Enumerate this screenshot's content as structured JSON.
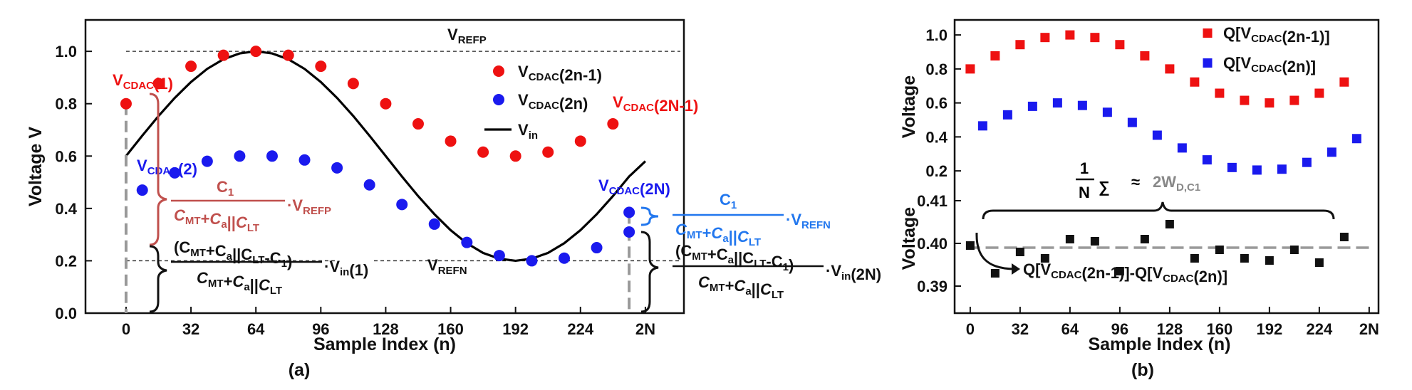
{
  "chart_data": [
    {
      "panel": "(a)",
      "type": "scatter",
      "xlabel": "Sample Index (n)",
      "ylabel": "Voltage V",
      "xlim": [
        -20,
        275
      ],
      "ylim": [
        0,
        1.12
      ],
      "xticks": [
        0,
        32,
        64,
        96,
        128,
        160,
        192,
        224,
        256
      ],
      "xtick_labels": [
        "0",
        "32",
        "64",
        "96",
        "128",
        "160",
        "192",
        "224",
        "2N"
      ],
      "yticks": [
        0,
        0.2,
        0.4,
        0.6,
        0.8,
        1.0
      ],
      "ytick_labels": [
        "0.0",
        "0.2",
        "0.4",
        "0.6",
        "0.8",
        "1.0"
      ],
      "ref_lines": [
        {
          "y": 1.0,
          "main": "V",
          "sub": "REFP"
        },
        {
          "y": 0.2,
          "main": "V",
          "sub": "REFN"
        }
      ],
      "series": [
        {
          "legend_main": "V",
          "legend_sub": "CDAC",
          "legend_tail": "(2n-1)",
          "color": "#ee1111",
          "marker": "circle",
          "x": [
            0,
            16,
            32,
            48,
            64,
            80,
            96,
            112,
            128,
            144,
            160,
            176,
            192,
            208,
            224,
            240
          ],
          "y": [
            0.8,
            0.877,
            0.943,
            0.985,
            1.0,
            0.985,
            0.943,
            0.877,
            0.8,
            0.723,
            0.657,
            0.615,
            0.6,
            0.615,
            0.657,
            0.723
          ]
        },
        {
          "legend_main": "V",
          "legend_sub": "CDAC",
          "legend_tail": "(2n)",
          "color": "#1a1aee",
          "marker": "circle",
          "x": [
            8,
            24,
            40,
            56,
            72,
            88,
            104,
            120,
            136,
            152,
            168,
            184,
            200,
            216,
            232,
            248
          ],
          "y": [
            0.47,
            0.536,
            0.58,
            0.6,
            0.6,
            0.585,
            0.555,
            0.49,
            0.415,
            0.34,
            0.27,
            0.22,
            0.2,
            0.21,
            0.25,
            0.31
          ]
        },
        {
          "legend_main": "V",
          "legend_sub": "in",
          "legend_tail": "",
          "color": "#000000",
          "type": "line",
          "x": [
            0,
            8,
            16,
            24,
            32,
            40,
            48,
            56,
            64,
            72,
            80,
            88,
            96,
            104,
            112,
            120,
            128,
            136,
            144,
            152,
            160,
            168,
            176,
            184,
            192,
            200,
            208,
            216,
            224,
            232,
            240,
            248,
            256
          ],
          "y": [
            0.6,
            0.678,
            0.753,
            0.822,
            0.883,
            0.933,
            0.97,
            0.992,
            1.0,
            0.992,
            0.97,
            0.933,
            0.883,
            0.822,
            0.753,
            0.678,
            0.6,
            0.522,
            0.447,
            0.378,
            0.317,
            0.267,
            0.23,
            0.208,
            0.2,
            0.208,
            0.23,
            0.267,
            0.317,
            0.378,
            0.447,
            0.522,
            0.58
          ]
        }
      ],
      "point_labels": [
        {
          "main": "V",
          "sub": "CDAC",
          "tail": "(1)",
          "color": "#ee1111"
        },
        {
          "main": "V",
          "sub": "CDAC",
          "tail": "(2)",
          "color": "#1a1aee"
        },
        {
          "main": "V",
          "sub": "CDAC",
          "tail": "(2N-1)",
          "color": "#ee1111"
        },
        {
          "main": "V",
          "sub": "CDAC",
          "tail": "(2N)",
          "color": "#1a1aee"
        }
      ],
      "boundary_point": {
        "x": 248,
        "y": 0.385
      },
      "formulas": {
        "c1": "C",
        "c1_sub": "1",
        "cmt": "C",
        "cmt_sub": "MT",
        "plus": "+",
        "ca": "C",
        "ca_sub": "a",
        "par": "||",
        "clt": "C",
        "clt_sub": "LT",
        "vrefp": "V",
        "vrefp_sub": "REFP",
        "vrefn": "V",
        "vrefn_sub": "REFN",
        "numer_open": "(",
        "numer_minus": "-",
        "numer_close": ")",
        "vin1": "V",
        "vin1_sub": "in",
        "vin1_tail": "(1)",
        "vin2n_tail": "(2N)",
        "dot": "·"
      }
    },
    {
      "panel": "(b)",
      "type": "scatter",
      "xlabel": "Sample Index (n)",
      "upper": {
        "ylabel": "Voltage",
        "ylim": [
          0.1,
          1.08
        ],
        "yticks": [
          0.2,
          0.4,
          0.6,
          0.8,
          1.0
        ],
        "ytick_labels": [
          "0.2",
          "0.4",
          "0.6",
          "0.8",
          "1.0"
        ],
        "series": [
          {
            "legend_main": "Q[V",
            "legend_sub": "CDAC",
            "legend_tail": "(2n-1)]",
            "color": "#ee1111",
            "marker": "square",
            "x": [
              0,
              16,
              32,
              48,
              64,
              80,
              96,
              112,
              128,
              144,
              160,
              176,
              192,
              208,
              224,
              240
            ],
            "y": [
              0.8,
              0.877,
              0.943,
              0.985,
              1.0,
              0.985,
              0.943,
              0.877,
              0.8,
              0.723,
              0.657,
              0.615,
              0.6,
              0.615,
              0.657,
              0.723
            ]
          },
          {
            "legend_main": "Q[V",
            "legend_sub": "CDAC",
            "legend_tail": "(2n)]",
            "color": "#1a1aee",
            "marker": "square",
            "x": [
              8,
              24,
              40,
              56,
              72,
              88,
              104,
              120,
              136,
              152,
              168,
              184,
              200,
              216,
              232,
              248
            ],
            "y": [
              0.465,
              0.53,
              0.58,
              0.6,
              0.585,
              0.545,
              0.485,
              0.41,
              0.335,
              0.265,
              0.22,
              0.205,
              0.21,
              0.25,
              0.31,
              0.39
            ]
          }
        ]
      },
      "lower": {
        "ylabel": "Voltage",
        "ylim": [
          0.384,
          0.413
        ],
        "yticks": [
          0.39,
          0.4,
          0.41
        ],
        "ytick_labels": [
          "0.39",
          "0.40",
          "0.41"
        ],
        "mean_line": 0.399,
        "series": [
          {
            "name": "Q[V_CDAC(2n-1)]-Q[V_CDAC(2n)]",
            "color": "#111111",
            "marker": "square",
            "x": [
              0,
              16,
              32,
              48,
              64,
              80,
              96,
              112,
              128,
              144,
              160,
              176,
              192,
              208,
              224,
              240
            ],
            "y": [
              0.3995,
              0.393,
              0.398,
              0.3965,
              0.401,
              0.4005,
              0.3935,
              0.401,
              0.4045,
              0.3965,
              0.3985,
              0.3965,
              0.396,
              0.3985,
              0.3955,
              0.4015
            ]
          }
        ],
        "label": {
          "main": "Q[V",
          "sub": "CDAC",
          "tail1": "(2n-1)]-Q[V",
          "sub2": "CDAC",
          "tail2": "(2n)]"
        },
        "sum": {
          "num": "1",
          "den": "N",
          "sym": "∑",
          "approx": "≈",
          "val": "2W",
          "val_sub": "D,C1"
        }
      },
      "xticks": [
        0,
        32,
        64,
        96,
        128,
        160,
        192,
        224,
        256
      ],
      "xtick_labels": [
        "0",
        "32",
        "64",
        "96",
        "128",
        "160",
        "192",
        "224",
        "2N"
      ]
    }
  ]
}
